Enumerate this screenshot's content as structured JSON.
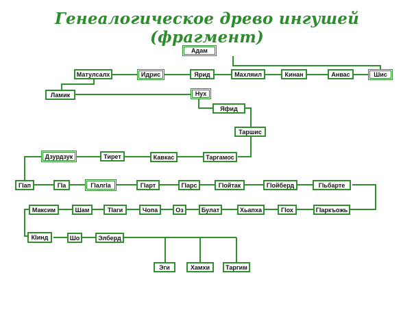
{
  "title": "Генеалогическое древо ингушей (фрагмент)",
  "colors": {
    "line": "#2f8f2f",
    "title": "#2e8b2e",
    "text": "#111111"
  },
  "nodes": {
    "adam": "Адам",
    "matulsalh": "Матулсалх",
    "idris": "Идрис",
    "yarid": "Ярид",
    "mahlyail": "Махляил",
    "kinan": "Кинан",
    "anvas": "Анвас",
    "shis": "Шис",
    "lamik": "Ламик",
    "nuh": "Нух",
    "yafid": "Яфид",
    "tarshis": "Таршис",
    "durdzuk": "Дзурдзук",
    "tiret": "Тирет",
    "kavkas": "Кавкас",
    "targamos": "Таргамос",
    "gap": "ГІап",
    "gia": "ГІа",
    "galgia": "ГІалгІа",
    "gart": "ГІарт",
    "gars": "ГІарс",
    "goytak": "ГІойтак",
    "goyberd": "ГІойберд",
    "gyabarte": "ГІьбарте",
    "maksim": "Максим",
    "sham": "Шам",
    "tiagi": "ТІаги",
    "chopa": "Чопа",
    "oz": "Оз",
    "bulat": "Булат",
    "hyapha": "Хьапха",
    "goh": "ГІох",
    "garkhyozh": "ГІаркъожь",
    "kiind": "КІинд",
    "sho": "Шо",
    "elberd": "Элберд",
    "egi": "Эги",
    "hamhi": "Хамхи",
    "targim": "Таргим"
  }
}
